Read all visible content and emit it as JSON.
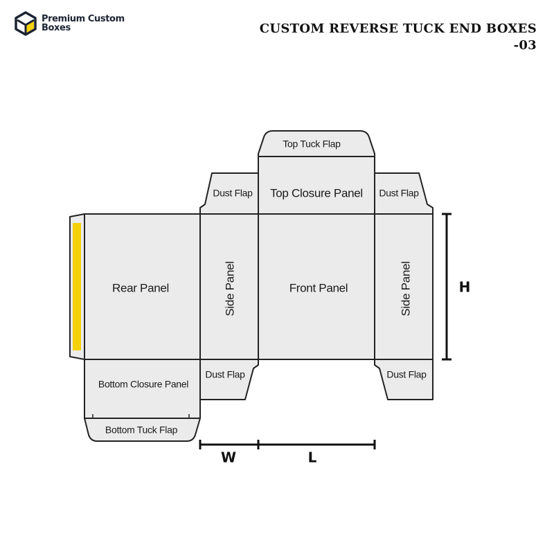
{
  "brand": {
    "line1": "Premium Custom",
    "line2": "Boxes"
  },
  "title": {
    "line1": "CUSTOM REVERSE TUCK END BOXES",
    "line2": "-03"
  },
  "panels": {
    "top_tuck_flap": "Top Tuck Flap",
    "top_closure_panel": "Top Closure Panel",
    "dust_flap": "Dust Flap",
    "rear_panel": "Rear Panel",
    "side_panel": "Side Panel",
    "front_panel": "Front Panel",
    "bottom_closure_panel": "Bottom Closure Panel",
    "bottom_tuck_flap": "Bottom Tuck Flap"
  },
  "dimensions": {
    "height": "H",
    "width": "W",
    "length": "L"
  },
  "colors": {
    "glue_strip": "#f5d10a",
    "panel_fill": "#ebebeb",
    "outline": "#222222"
  }
}
